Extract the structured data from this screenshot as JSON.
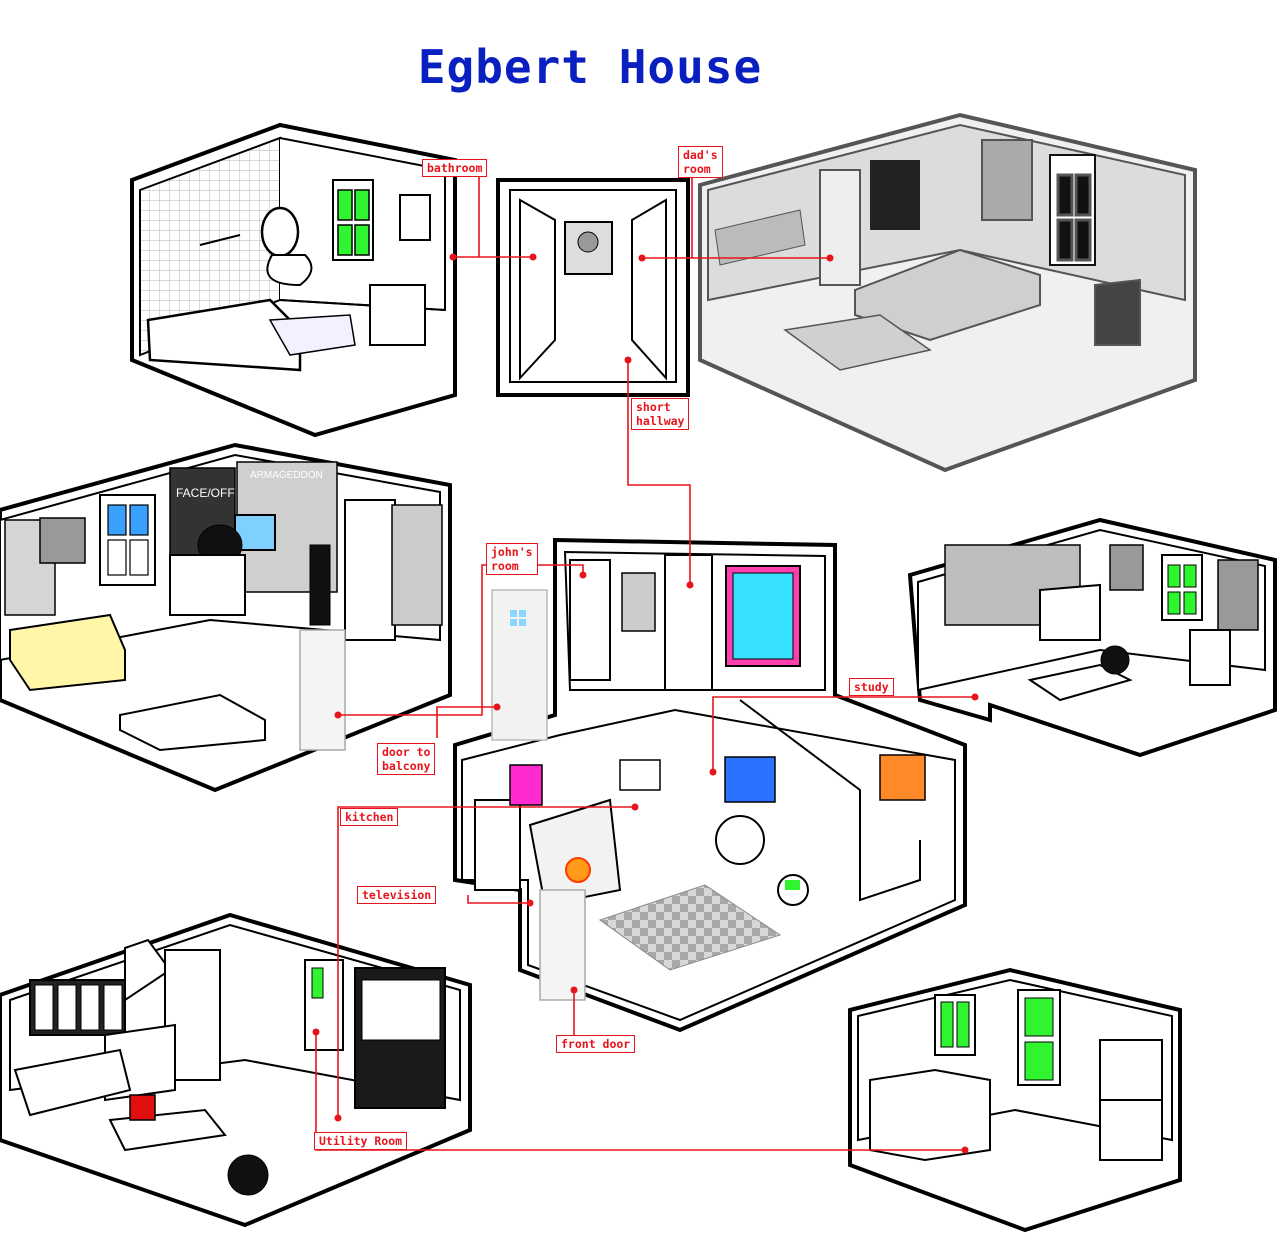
{
  "title": "Egbert House",
  "accent_color": "#e8141c",
  "title_color": "#0a1fbf",
  "labels": {
    "bathroom": "bathroom",
    "dads_room": "dad's\nroom",
    "short_hallway": "short\nhallway",
    "johns_room": "john's\nroom",
    "door_to_balcony": "door to\nbalcony",
    "study": "study",
    "kitchen": "kitchen",
    "television": "television",
    "front_door": "front door",
    "utility_room": "Utility Room"
  },
  "posters": {
    "faceoff": "FACE/OFF",
    "armageddon": "ARMAGEDDON"
  }
}
